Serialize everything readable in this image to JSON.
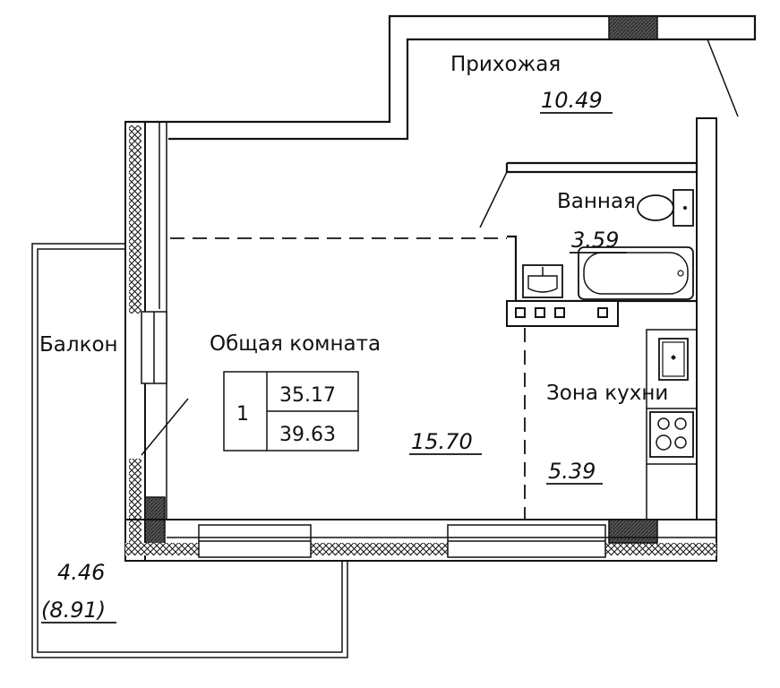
{
  "rooms": {
    "hallway": {
      "name": "Прихожая",
      "area": "10.49"
    },
    "bathroom": {
      "name": "Ванная",
      "area": "3.59"
    },
    "living": {
      "name": "Общая комната",
      "area": "15.70"
    },
    "kitchen": {
      "name": "Зона кухни",
      "area": "5.39"
    },
    "balcony": {
      "name": "Балкон",
      "area": "4.46",
      "area_total": "(8.91)"
    }
  },
  "summary": {
    "rooms_count": "1",
    "living_area": "35.17",
    "total_area": "39.63"
  },
  "colors": {
    "line": "#111111",
    "background": "#ffffff"
  }
}
